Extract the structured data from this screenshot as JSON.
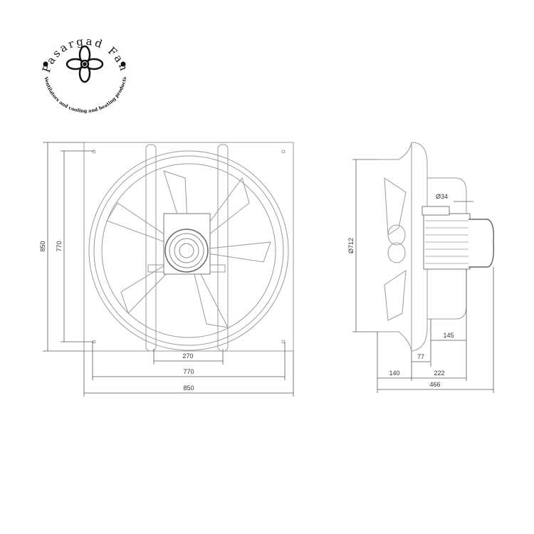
{
  "logo": {
    "name": "Pasargad Fan",
    "tagline": "Ventilators and cooling and heating products"
  },
  "front_view": {
    "height_dim": "850",
    "hole_height_dim": "770",
    "bracket_dim": "270",
    "hole_width_dim": "770",
    "width_dim": "850"
  },
  "side_view": {
    "diameter_dim": "Ø712",
    "tube_dim": "Ø34",
    "dim_145": "145",
    "dim_77": "77",
    "dim_140": "140",
    "dim_222": "222",
    "total_depth_dim": "466"
  }
}
